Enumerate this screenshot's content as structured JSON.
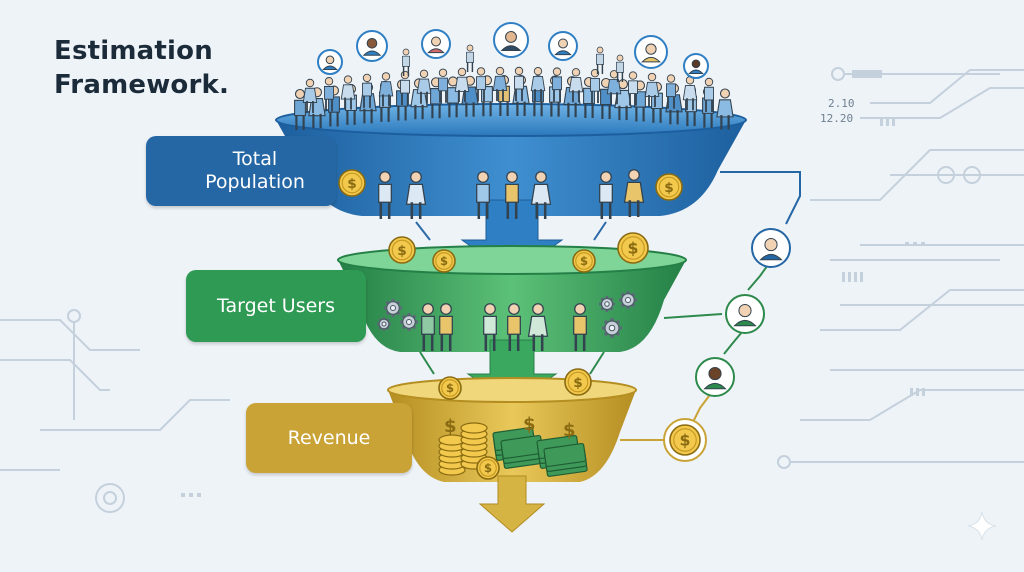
{
  "title": {
    "line1": "Estimation",
    "line2": "Framework."
  },
  "stages": [
    {
      "label_line1": "Total",
      "label_line2": "Population",
      "color": "#2567a5"
    },
    {
      "label_line1": "Target Users",
      "label_line2": "",
      "color": "#2e9a53"
    },
    {
      "label_line1": "Revenue",
      "label_line2": "",
      "color": "#c9a336"
    }
  ],
  "decor_codes": [
    "2.10",
    "12.20"
  ],
  "icons": [
    "person-icon",
    "avatar-icon",
    "dollar-coin-icon",
    "gear-icon",
    "cash-stack-icon",
    "coin-stack-icon",
    "down-arrow-icon",
    "sparkle-icon"
  ]
}
